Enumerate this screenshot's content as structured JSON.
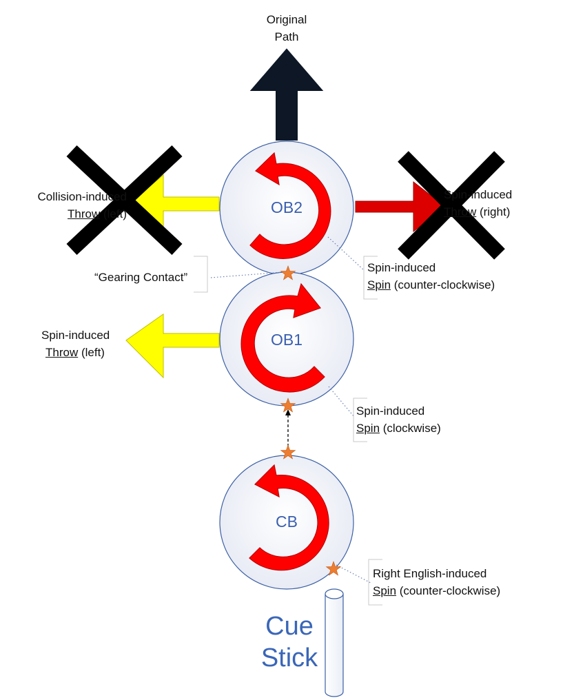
{
  "labels": {
    "original_path": [
      "Original",
      "Path"
    ],
    "collision_throw": {
      "line1": "Collision-induced",
      "u": "Throw",
      "rest": " (left)"
    },
    "spin_throw_right": {
      "line1": "Spin-induced",
      "u": "Throw",
      "rest": " (right)"
    },
    "gearing": "“Gearing Contact”",
    "ob2_spin": {
      "line1": "Spin-induced",
      "u": "Spin",
      "rest": " (counter-clockwise)"
    },
    "ob1_throw": {
      "line1": "Spin-induced",
      "u": "Throw",
      "rest": " (left)"
    },
    "ob1_spin": {
      "line1": "Spin-induced",
      "u": "Spin",
      "rest": " (clockwise)"
    },
    "cb_spin": {
      "line1": "Right English-induced",
      "u": "Spin",
      "rest": " (counter-clockwise)"
    }
  },
  "balls": {
    "ob2": "OB2",
    "ob1": "OB1",
    "cb": "CB"
  },
  "cue": [
    "Cue",
    "Stick"
  ],
  "colors": {
    "ball_stroke": "#3b5fa3",
    "ball_text": "#3a5fb0",
    "spin_arrow": "#ff0000",
    "spin_arrow_stroke": "#c00000",
    "throw_left": "#ffff00",
    "throw_right": "#dd0000",
    "original_path_arrow": "#0d1726",
    "cross": "#000000",
    "contact_star": "#ed7d31"
  }
}
